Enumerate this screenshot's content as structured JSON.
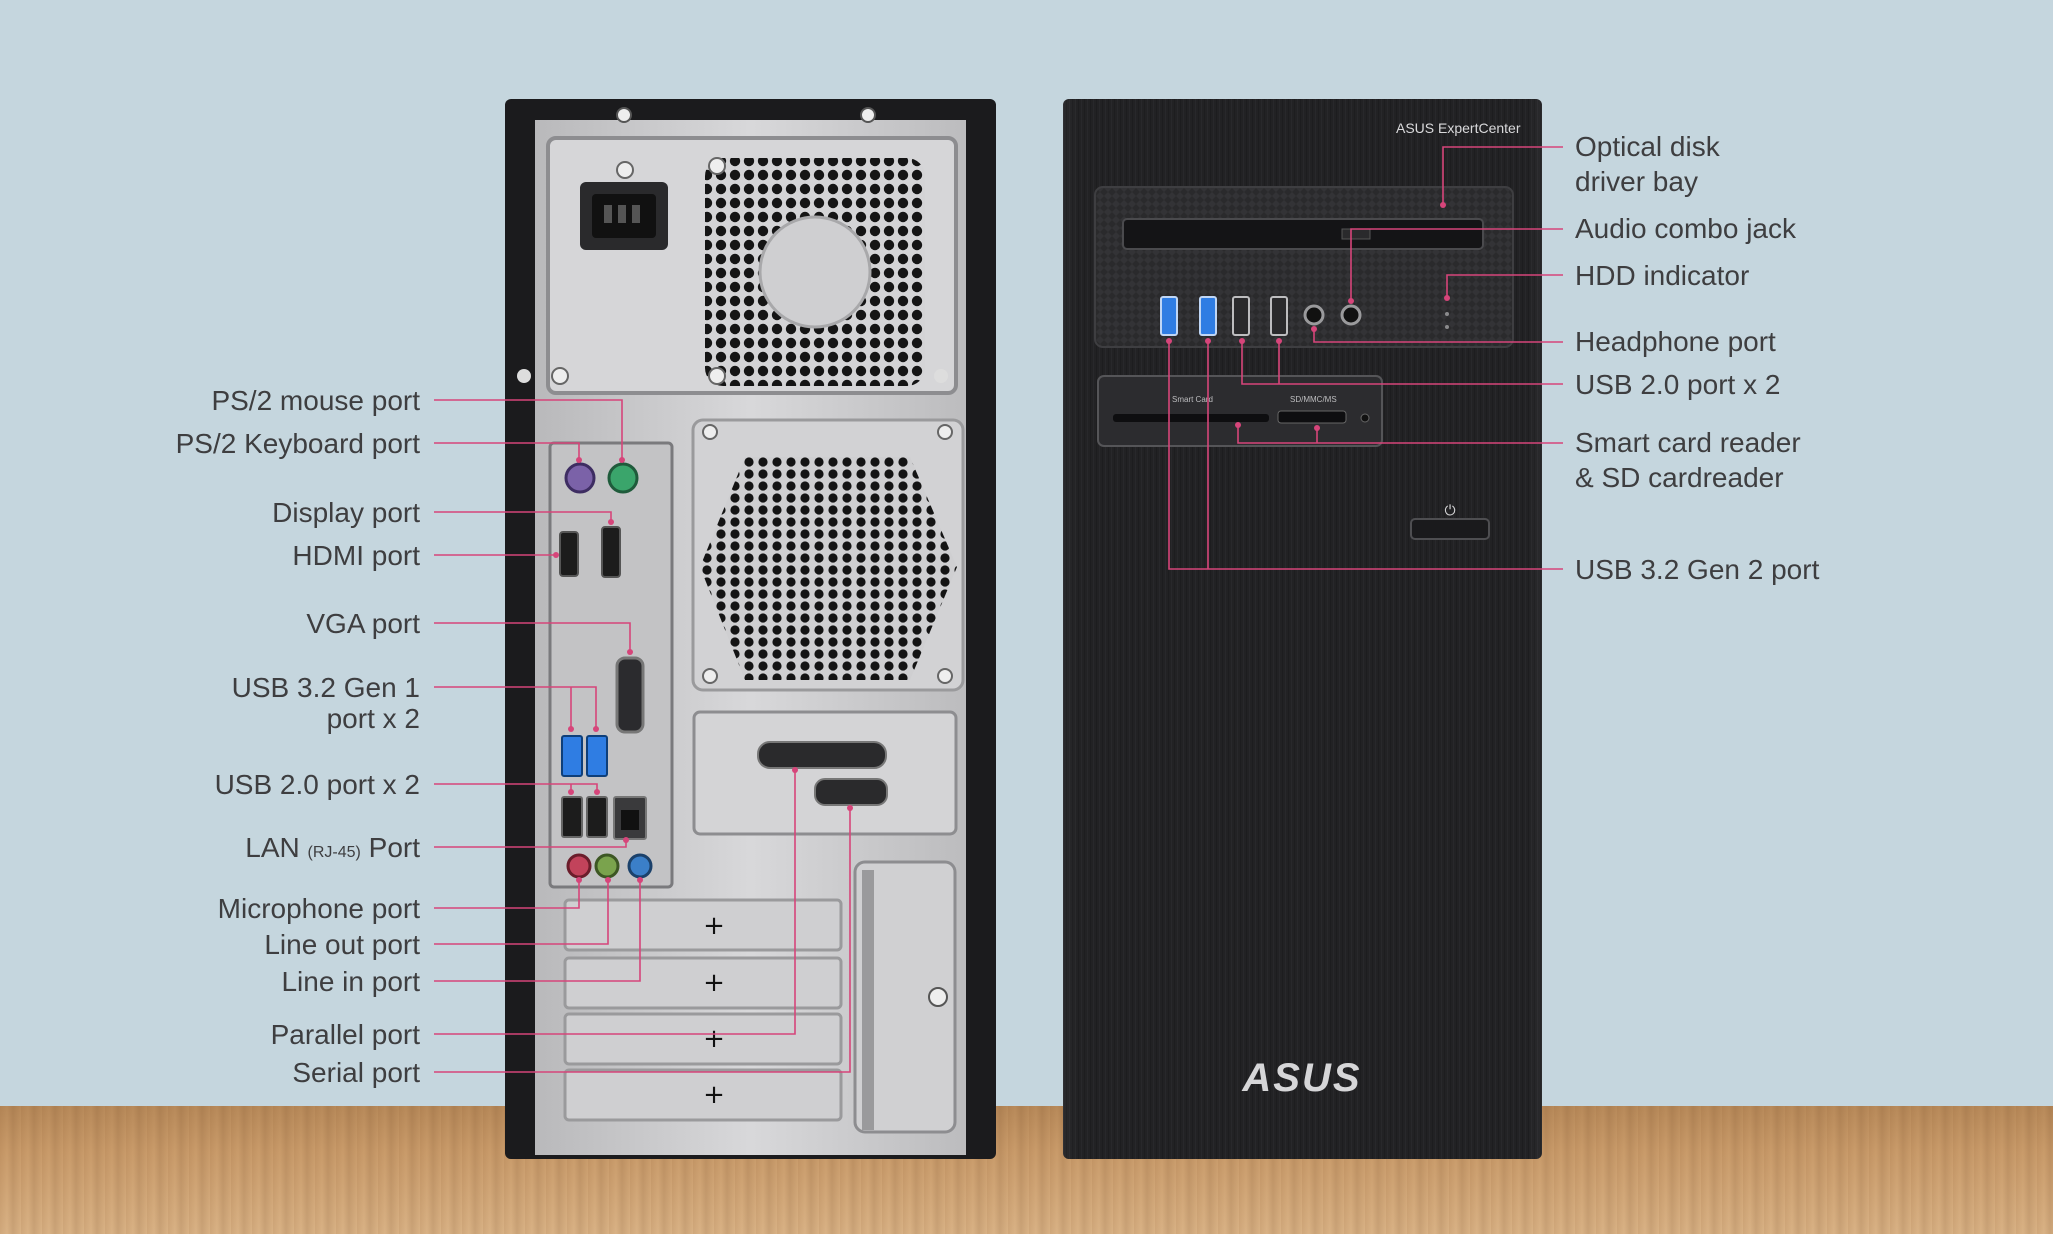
{
  "product": {
    "front_badge": "ASUS ExpertCenter",
    "front_logo": "ASUS",
    "card_slot_label": "Smart Card",
    "sd_slot_label": "SD/MMC/MS",
    "power_icon": "power-icon"
  },
  "rear_labels": {
    "ps2_mouse": "PS/2 mouse port",
    "ps2_keyboard": "PS/2 Keyboard port",
    "display_port": "Display port",
    "hdmi": "HDMI port",
    "vga": "VGA port",
    "usb32_gen1_line1": "USB 3.2 Gen 1",
    "usb32_gen1_line2": "port x 2",
    "usb20": "USB 2.0 port x 2",
    "lan_main": "LAN",
    "lan_small": "(RJ-45)",
    "lan_port": "Port",
    "microphone": "Microphone port",
    "line_out": "Line out port",
    "line_in": "Line in port",
    "parallel": "Parallel port",
    "serial": "Serial port"
  },
  "front_labels": {
    "optical_line1": "Optical disk",
    "optical_line2": "driver bay",
    "audio_combo": "Audio combo jack",
    "hdd_indicator": "HDD indicator",
    "headphone": "Headphone port",
    "usb20": "USB 2.0 port x 2",
    "card_reader_line1": "Smart card reader",
    "card_reader_line2": "& SD cardreader",
    "usb32_gen2": "USB 3.2 Gen 2 port"
  },
  "colors": {
    "wall": "#c5d6de",
    "leader_line": "#d6457a",
    "label_text": "#3e3e40",
    "tower_black": "#1f1f21",
    "rear_metal": "#c9c9cb"
  }
}
